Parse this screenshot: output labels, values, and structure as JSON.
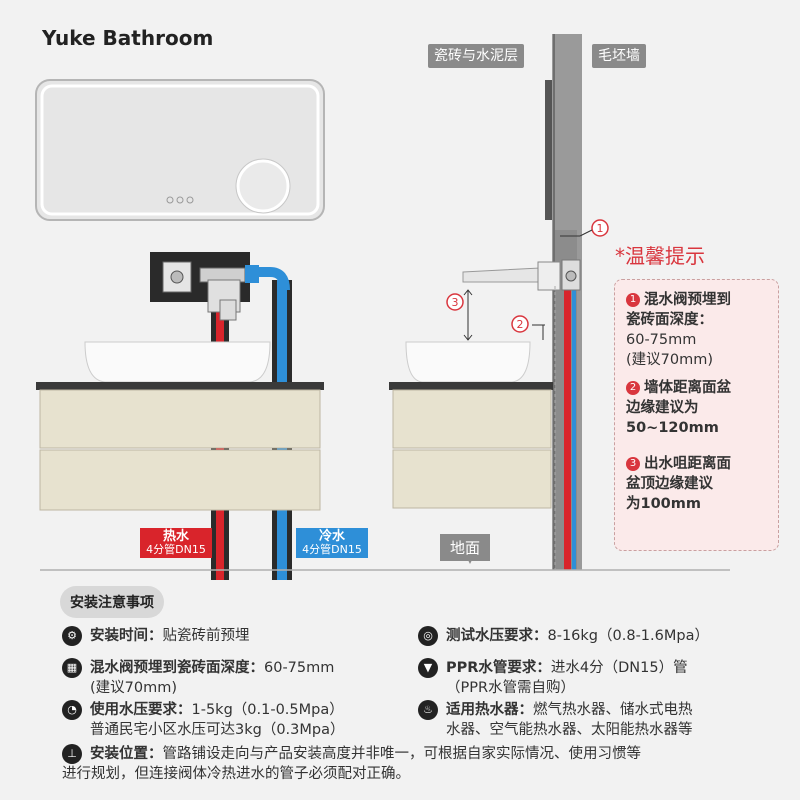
{
  "brand": "Yuke Bathroom",
  "labels": {
    "tile_layer": "瓷砖与水泥层",
    "rough_wall": "毛坯墙",
    "tip_title": "*温馨提示",
    "hot_water": "热水",
    "hot_spec": "4分管DN15",
    "cold_water": "冷水",
    "cold_spec": "4分管DN15",
    "floor": "地面"
  },
  "markers": [
    "1",
    "2",
    "3"
  ],
  "tips": [
    {
      "num": "1",
      "line1": "混水阀预埋到",
      "line2": "瓷砖面深度：",
      "line3": "60-75mm",
      "line4": "(建议70mm)"
    },
    {
      "num": "2",
      "line1": "墙体距离面盆",
      "line2": "边缘建议为",
      "line3": "50~120mm"
    },
    {
      "num": "3",
      "line1": "出水咀距离面",
      "line2": "盆顶边缘建议",
      "line3": "为100mm"
    }
  ],
  "notes": {
    "title": "安装注意事项",
    "install_time": {
      "label": "安装时间：",
      "text": "贴瓷砖前预埋"
    },
    "depth": {
      "label": "混水阀预埋到瓷砖面深度：",
      "text": "60-75mm",
      "text2": "(建议70mm)"
    },
    "pressure_use": {
      "label": "使用水压要求：",
      "text": "1-5kg（0.1-0.5Mpa）",
      "text2": "普通民宅小区水压可达3kg（0.3Mpa）"
    },
    "pressure_test": {
      "label": "测试水压要求：",
      "text": "8-16kg（0.8-1.6Mpa）"
    },
    "ppr": {
      "label": "PPR水管要求：",
      "text": "进水4分（DN15）管",
      "text2": "（PPR水管需自购）"
    },
    "heater": {
      "label": "适用热水器：",
      "text": "燃气热水器、储水式电热",
      "text2": "水器、空气能热水器、太阳能热水器等"
    },
    "position": {
      "label": "安装位置：",
      "text": "管路铺设走向与产品安装高度并非唯一，可根据自家实际情况、使用习惯等",
      "text2": "进行规划，但连接阀体冷热进水的管子必须配对正确。"
    }
  },
  "colors": {
    "hot": "#d9242b",
    "cold": "#2e8fd8",
    "accent": "#d9363e"
  }
}
